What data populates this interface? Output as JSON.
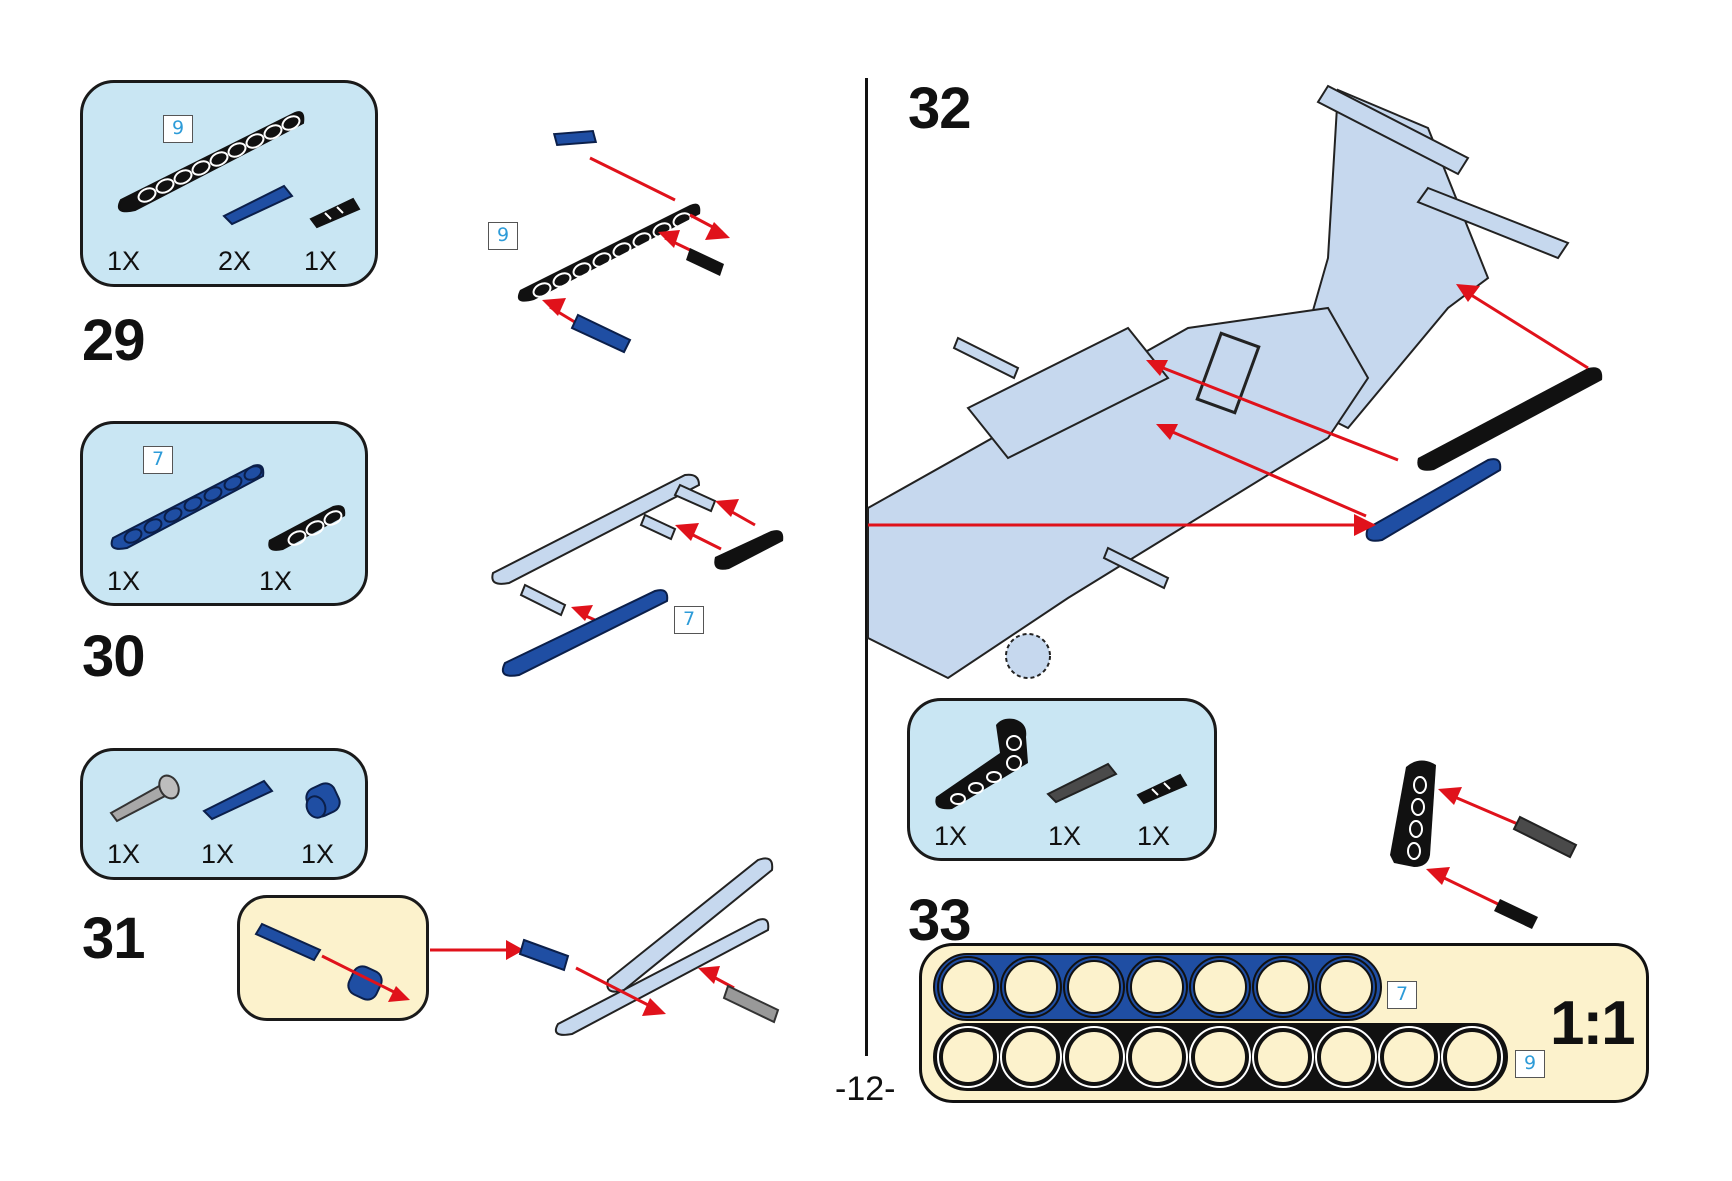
{
  "page": {
    "page_number": "-12-",
    "colors": {
      "parts_box_bg": "#c9e6f3",
      "subassembly_bg": "#fcf2cc",
      "arrow_red": "#e0121b",
      "beam_blue": "#1f4ea3",
      "beam_black": "#111111",
      "frame_light": "#c6d8ee",
      "length_tag_text": "#2d9bd8"
    }
  },
  "steps": [
    {
      "number": "29",
      "parts": [
        {
          "name": "beam-9",
          "color": "black",
          "qty": "1X",
          "length_tag": "9"
        },
        {
          "name": "long-pin-with-friction",
          "color": "blue",
          "qty": "2X"
        },
        {
          "name": "friction-pin",
          "color": "black",
          "qty": "1X"
        }
      ],
      "assembly_length_tag": "9"
    },
    {
      "number": "30",
      "parts": [
        {
          "name": "beam-7",
          "color": "blue",
          "qty": "1X",
          "length_tag": "7"
        },
        {
          "name": "beam-3",
          "color": "black",
          "qty": "1X"
        }
      ],
      "assembly_length_tag": "7"
    },
    {
      "number": "31",
      "parts": [
        {
          "name": "long-pin-with-stop-bush",
          "color": "grey",
          "qty": "1X"
        },
        {
          "name": "long-pin-with-friction",
          "color": "blue",
          "qty": "1X"
        },
        {
          "name": "bush",
          "color": "blue",
          "qty": "1X"
        }
      ],
      "subassembly": "pin-into-bush"
    },
    {
      "number": "32",
      "parts": []
    },
    {
      "number": "33",
      "parts": [
        {
          "name": "angular-beam-3x5",
          "color": "black",
          "qty": "1X"
        },
        {
          "name": "axle-pin",
          "color": "dark-grey",
          "qty": "1X"
        },
        {
          "name": "friction-pin",
          "color": "black",
          "qty": "1X"
        }
      ]
    }
  ],
  "ruler": {
    "scale_label": "1:1",
    "beams": [
      {
        "length": 7,
        "color": "blue",
        "tag": "7"
      },
      {
        "length": 9,
        "color": "black",
        "tag": "9"
      }
    ]
  }
}
